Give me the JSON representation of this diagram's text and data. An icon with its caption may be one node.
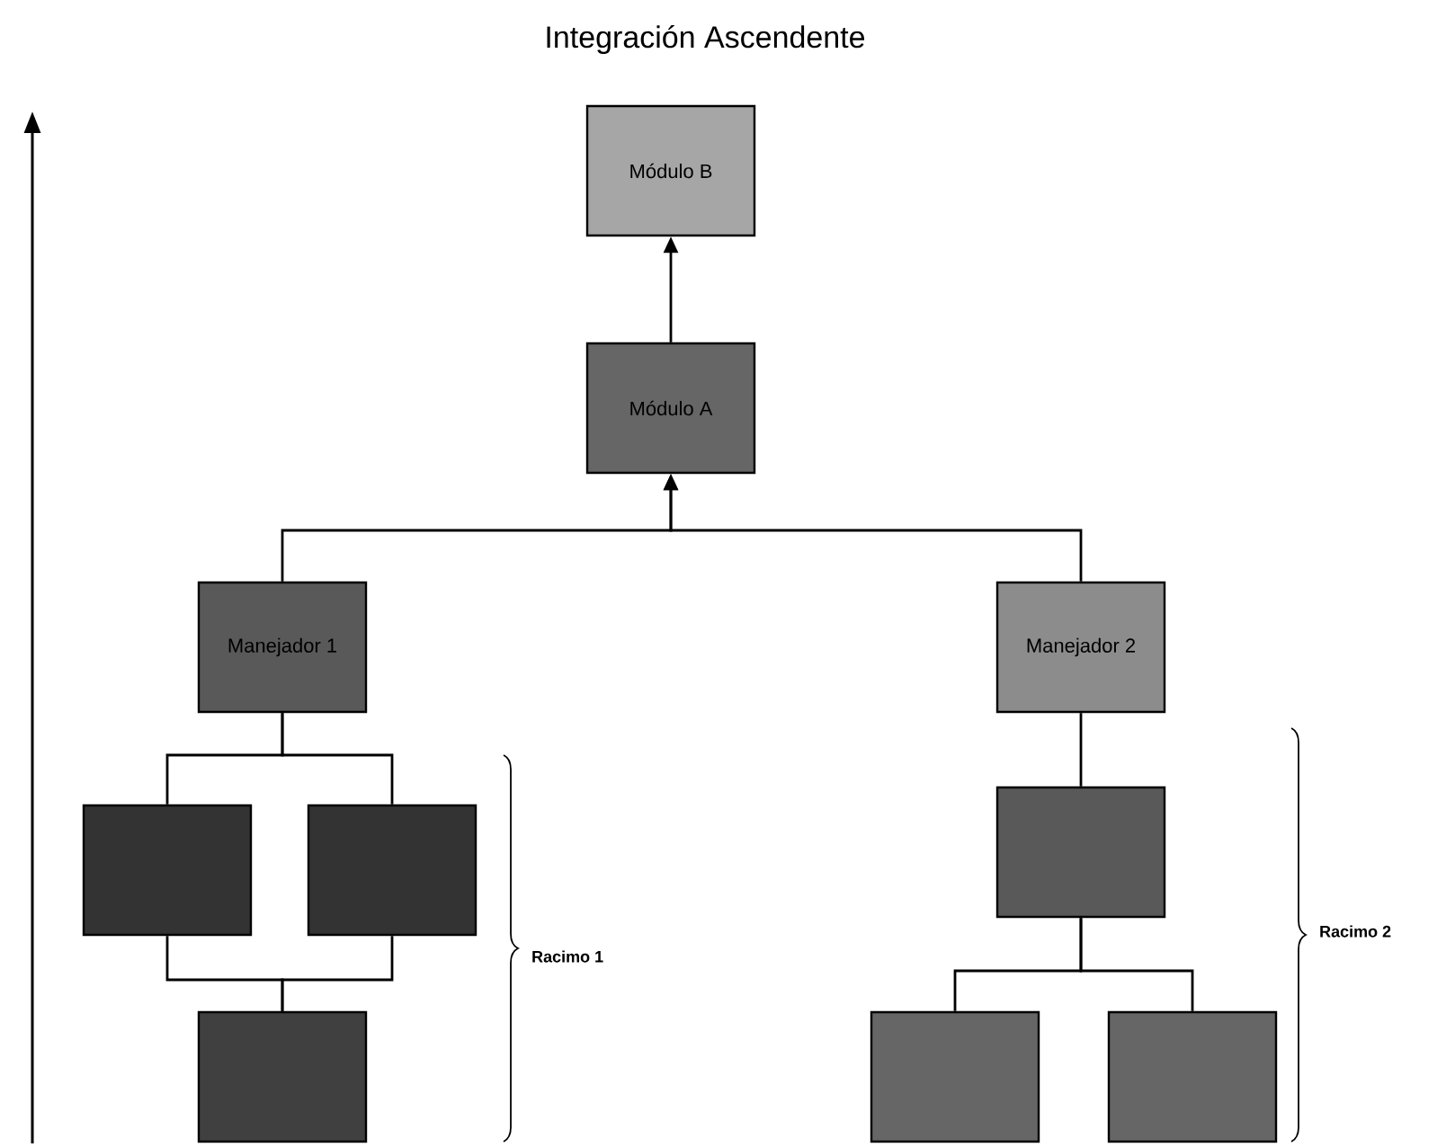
{
  "diagram": {
    "title": "Integración Ascendente",
    "nodes": [
      {
        "text": [
          "Módulo B"
        ]
      },
      {
        "text": [
          "Módulo A"
        ]
      },
      {
        "text": [
          "Manejador 1"
        ]
      },
      {
        "text": [
          "Manejador 2"
        ]
      },
      {
        "text": [],
        "shape": "box"
      },
      {
        "text": [],
        "shape": "box"
      },
      {
        "text": [],
        "shape": "box"
      },
      {
        "text": [],
        "shape": "box"
      },
      {
        "text": [],
        "shape": "box"
      },
      {
        "text": [],
        "shape": "box"
      }
    ],
    "edges": [
      {
        "from": 1,
        "to": 0,
        "arrow": "to"
      },
      {
        "from": 2,
        "to": 1,
        "arrow": "to"
      },
      {
        "from": 3,
        "to": 1,
        "arrow": "to"
      },
      {
        "from": 4,
        "to": 2,
        "arrow": "none"
      },
      {
        "from": 5,
        "to": 2,
        "arrow": "none"
      },
      {
        "from": 6,
        "to": 4,
        "arrow": "none"
      },
      {
        "from": 6,
        "to": 5,
        "arrow": "none"
      },
      {
        "from": 7,
        "to": 3,
        "arrow": "none"
      },
      {
        "from": 8,
        "to": 7,
        "arrow": "none"
      },
      {
        "from": 9,
        "to": 7,
        "arrow": "none"
      }
    ],
    "labels": [
      "Racimo 1",
      "Racimo 2"
    ]
  }
}
